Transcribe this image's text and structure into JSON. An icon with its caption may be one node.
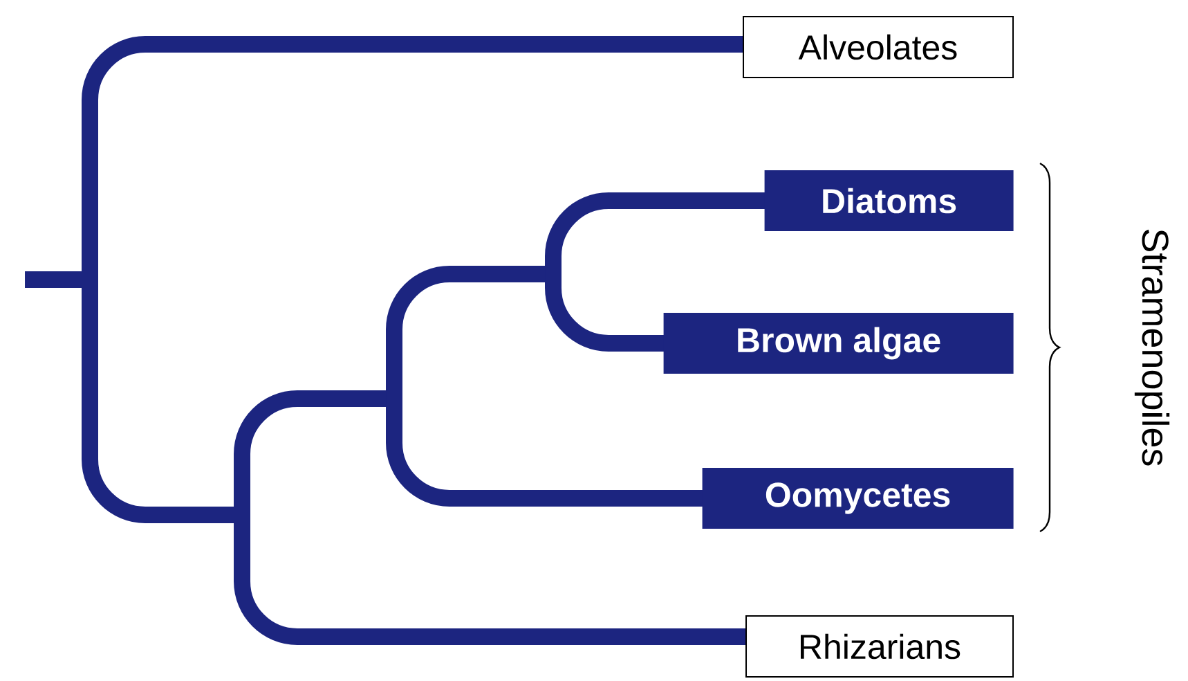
{
  "diagram": {
    "nodes": [
      {
        "text": [
          "Alveolates"
        ]
      },
      {
        "text": [
          "Diatoms"
        ]
      },
      {
        "text": [
          "Brown algae"
        ]
      },
      {
        "text": [
          "Oomycetes"
        ]
      },
      {
        "text": [
          "Rhizarians"
        ]
      }
    ],
    "labels": [
      "Stramenopiles"
    ]
  }
}
